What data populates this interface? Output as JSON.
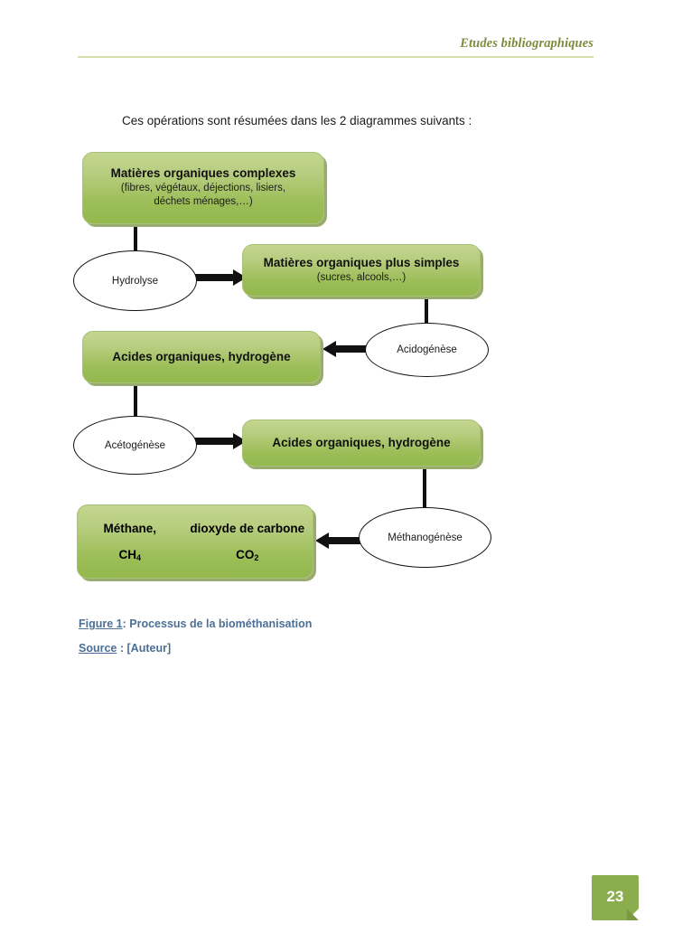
{
  "header": {
    "title": "Etudes bibliographiques",
    "rule_color": "#d4ddab",
    "text_color": "#7d8c3d"
  },
  "intro": {
    "text": "Ces opérations sont résumées dans les 2 diagrammes suivants :"
  },
  "diagram": {
    "accent_color": "#9cbe58",
    "boxes": [
      {
        "id": "complex-organic-matter",
        "title": "Matières organiques complexes",
        "sub_lines": [
          "(fibres, végétaux, déjections, lisiers,",
          "déchets ménages,…)"
        ]
      },
      {
        "id": "simpler-organic-matter",
        "title": "Matières organiques plus simples",
        "sub_lines": [
          "(sucres, alcools,…)"
        ]
      },
      {
        "id": "organic-acids-hydrogen-1",
        "title": "Acides organiques, hydrogène",
        "sub_lines": []
      },
      {
        "id": "organic-acids-hydrogen-2",
        "title": "Acides organiques, hydrogène",
        "sub_lines": []
      },
      {
        "id": "methane-carbon-dioxide",
        "name_left": "Méthane,",
        "name_right": "dioxyde de carbone",
        "formula_left": "CH4",
        "formula_right": "CO2",
        "formula_left_base": "CH",
        "formula_left_sub": "4",
        "formula_right_base": "CO",
        "formula_right_sub": "2"
      }
    ],
    "stages": [
      {
        "id": "hydrolysis",
        "label": "Hydrolyse"
      },
      {
        "id": "acidogenesis",
        "label": "Acidogénèse"
      },
      {
        "id": "acetogenesis",
        "label": "Acétogénèse"
      },
      {
        "id": "methanogenesis",
        "label": "Méthanogénèse"
      }
    ]
  },
  "caption": {
    "figure_lead": "Figure 1",
    "figure_text": ": Processus de la biométhanisation",
    "source_lead": "Source",
    "source_text": " : [Auteur]",
    "color": "#4c6f96"
  },
  "footer": {
    "page_number": "23",
    "badge_color": "#8cad4e"
  }
}
